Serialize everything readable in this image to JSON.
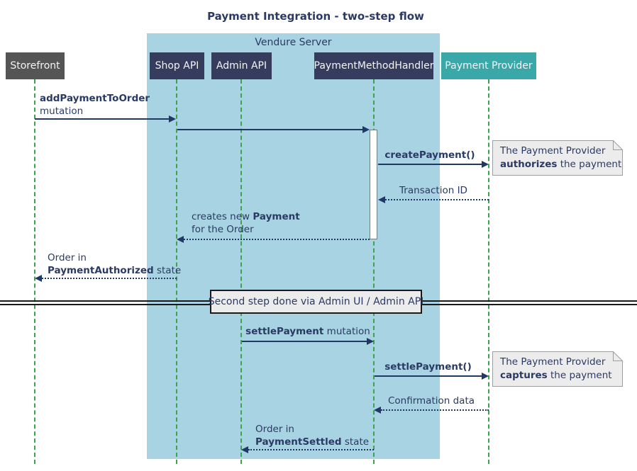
{
  "title": "Payment Integration - two-step flow",
  "container": {
    "label": "Vendure Server"
  },
  "participants": {
    "storefront": {
      "label": "Storefront"
    },
    "shop_api": {
      "label": "Shop API"
    },
    "admin_api": {
      "label": "Admin API"
    },
    "handler": {
      "label": "PaymentMethodHandler"
    },
    "provider": {
      "label": "Payment Provider"
    }
  },
  "messages": {
    "add_payment": {
      "bold": "addPaymentToOrder",
      "normal": "mutation"
    },
    "create_payment": {
      "label": "createPayment()"
    },
    "transaction_id": {
      "label": "Transaction ID"
    },
    "creates_payment": {
      "pre": "creates new ",
      "bold": "Payment",
      "line2": "for the Order"
    },
    "order_authorized": {
      "line1": "Order in",
      "bold": "PaymentAuthorized",
      "suffix": " state"
    },
    "settle_mutation": {
      "bold": "settlePayment",
      "normal": " mutation"
    },
    "settle_call": {
      "label": "settlePayment()"
    },
    "confirmation": {
      "label": "Confirmation data"
    },
    "order_settled": {
      "line1": "Order in",
      "bold": "PaymentSettled",
      "suffix": " state"
    }
  },
  "notes": {
    "authorize": {
      "line1": "The Payment Provider",
      "bold": "authorizes",
      "suffix": " the payment"
    },
    "capture": {
      "line1": "The Payment Provider",
      "bold": "captures",
      "suffix": " the payment"
    }
  },
  "divider": {
    "label": "Second step done via Admin UI / Admin API"
  },
  "colors": {
    "container_fill": "#A8D3E2",
    "participant_fill": "#353C5E",
    "storefront_fill": "#555555",
    "provider_fill": "#3AA7A9",
    "lifeline": "#3FA24C",
    "arrow": "#1F3864",
    "text": "#2B3A64",
    "note_fill": "#ECECEC",
    "note_border": "#9E9E9E",
    "divider_line": "#1A1A1A"
  }
}
